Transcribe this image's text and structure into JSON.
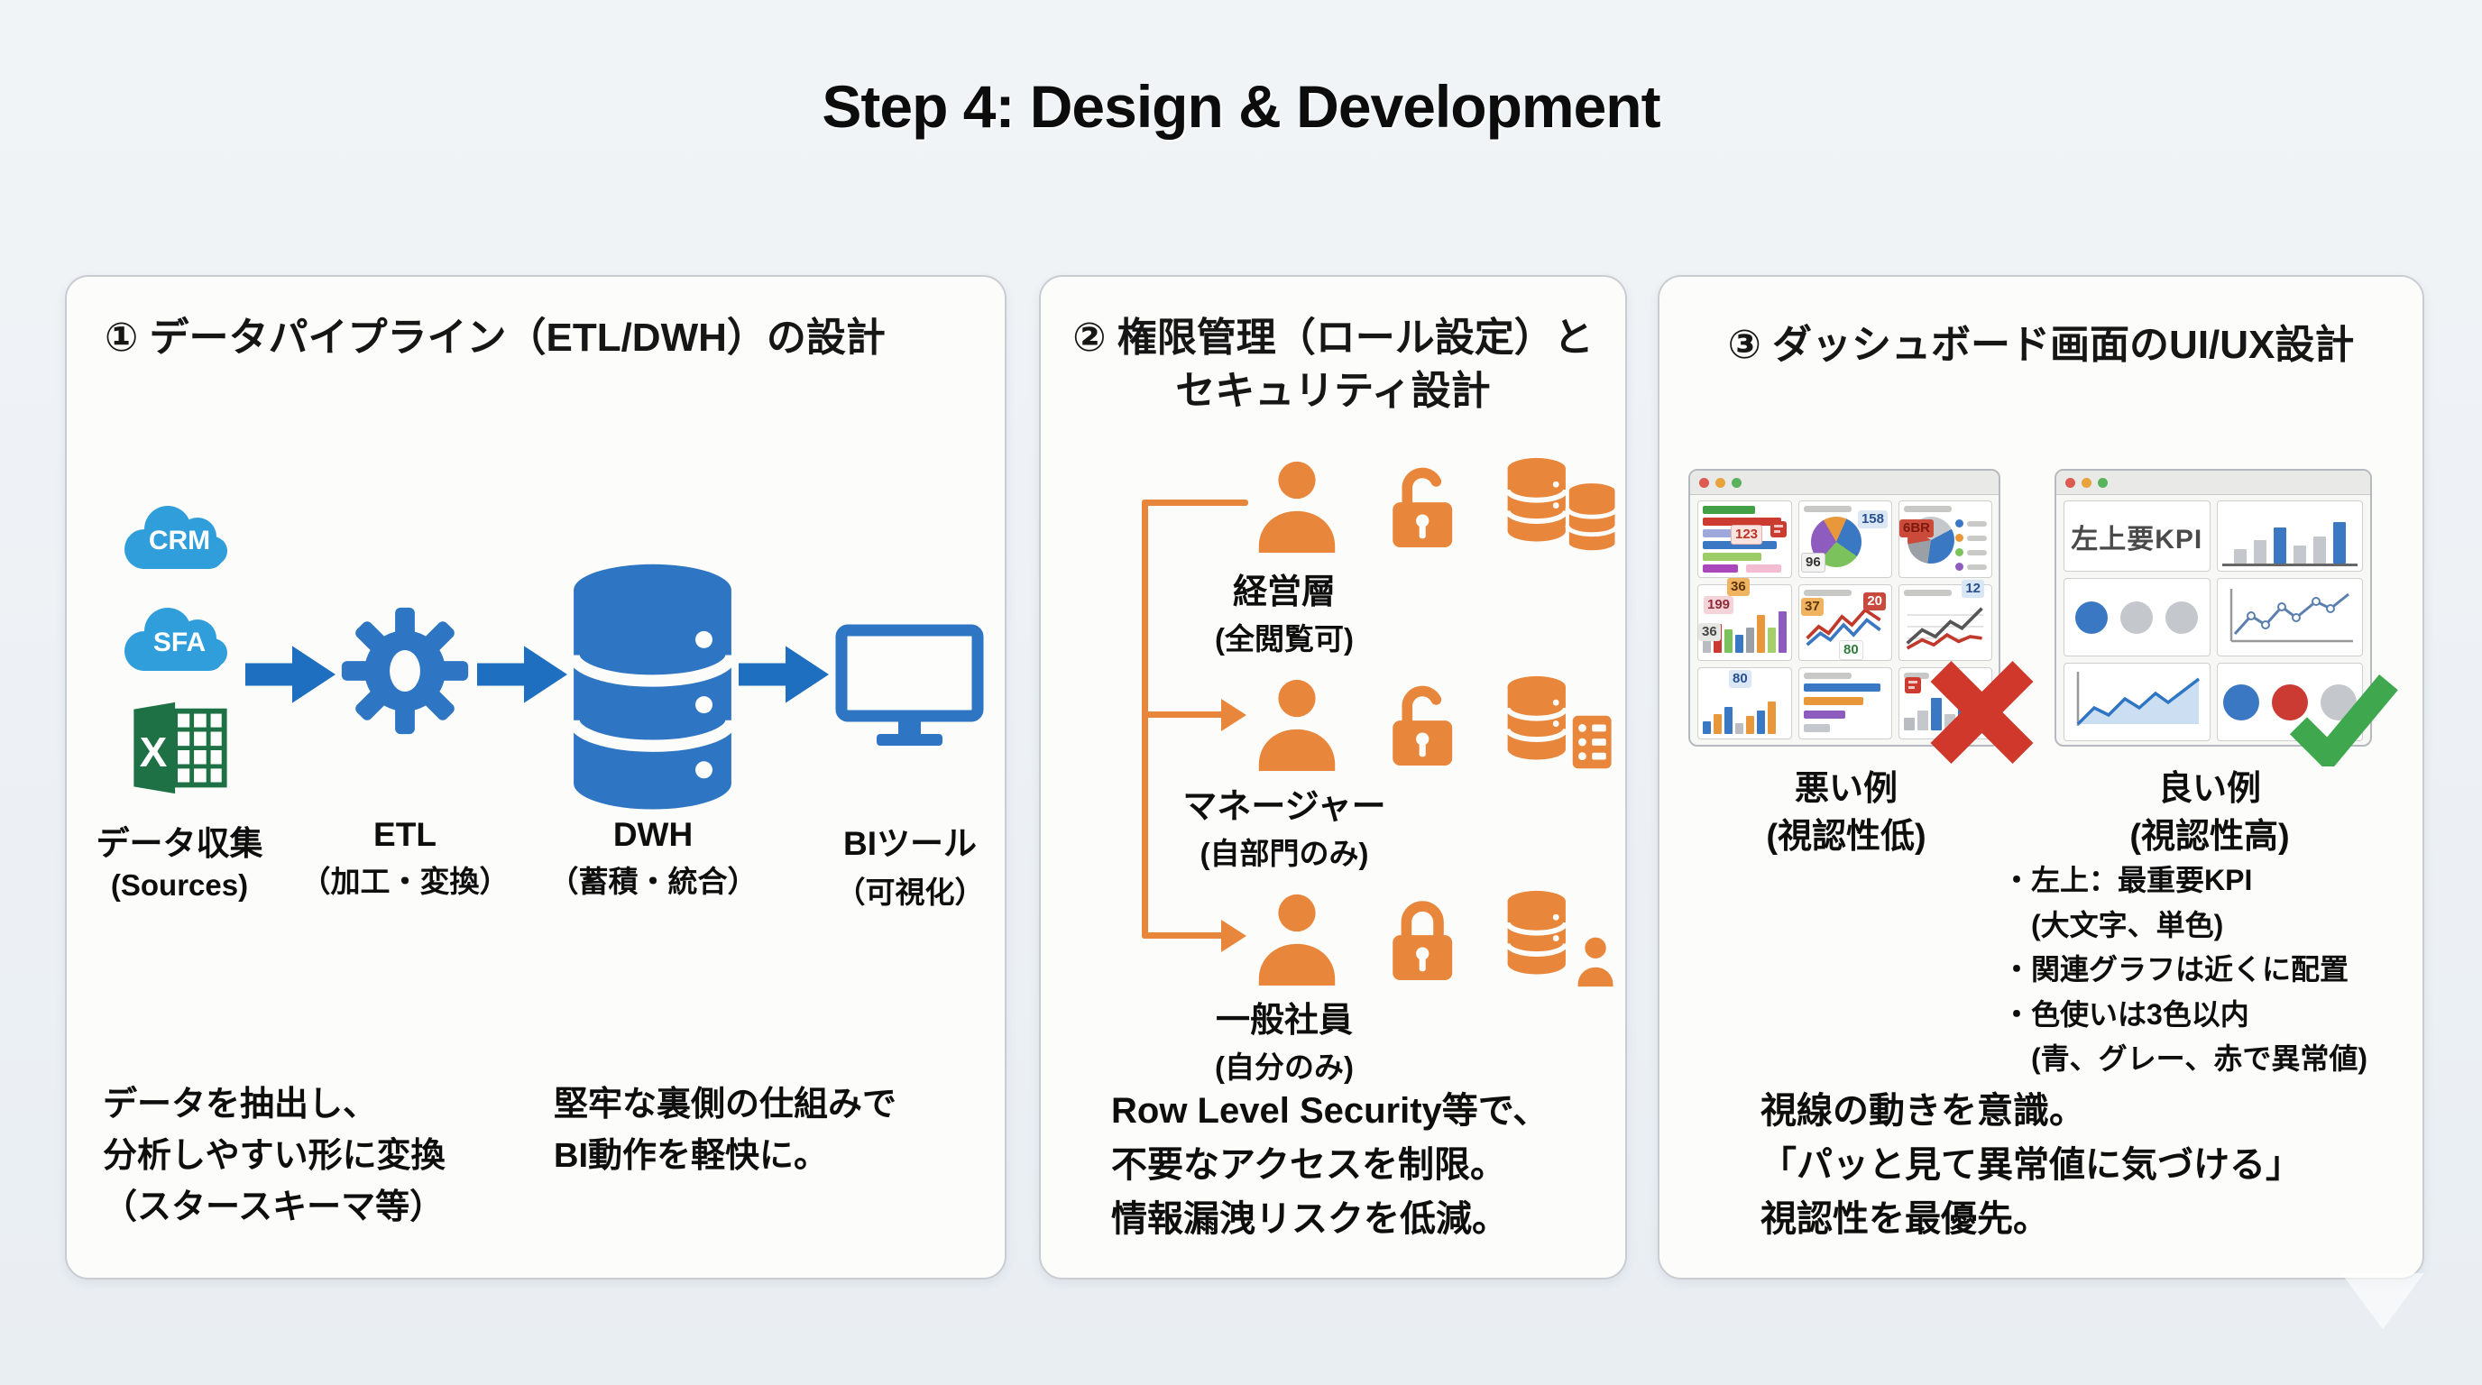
{
  "page": {
    "title": "Step 4: Design & Development"
  },
  "colors": {
    "pipeline_blue": "#2e75c3",
    "arrow_blue": "#1e6fc0",
    "source_cloud_blue": "#2f9edb",
    "excel_green": "#1e7145",
    "security_orange": "#e8873b",
    "error_red": "#cf382b",
    "success_green": "#3fa84e"
  },
  "panel1": {
    "title": "① データパイプライン（ETL/DWH）の設計",
    "sources": [
      {
        "label": "CRM"
      },
      {
        "label": "SFA"
      },
      {
        "label": "X"
      }
    ],
    "stages": [
      {
        "name": "データ収集",
        "sub": "(Sources)"
      },
      {
        "name": "ETL",
        "sub": "（加工・変換）"
      },
      {
        "name": "DWH",
        "sub": "（蓄積・統合）"
      },
      {
        "name": "BIツール",
        "sub": "（可視化）"
      }
    ],
    "note_left": "データを抽出し、\n分析しやすい形に変換\n（スタースキーマ等）",
    "note_right": "堅牢な裏側の仕組みで\nBI動作を軽快に。"
  },
  "panel2": {
    "title": "② 権限管理（ロール設定）と\nセキュリティ設計",
    "roles": [
      {
        "name": "経営層",
        "scope": "(全閲覧可)"
      },
      {
        "name": "マネージャー",
        "scope": "(自部門のみ)"
      },
      {
        "name": "一般社員",
        "scope": "(自分のみ)"
      }
    ],
    "note": "Row Level Security等で、\n不要なアクセスを制限。\n情報漏洩リスクを低減。"
  },
  "panel3": {
    "title": "③ ダッシュボード画面のUI/UX設計",
    "bad": {
      "label": "悪い例\n(視認性低)",
      "badges": {
        "bars": "123",
        "pie_a": "158",
        "pie_b": "96",
        "pie2": "6BR",
        "vbar_a": "36",
        "vbar_b": "199",
        "vbar_c": "36",
        "line_a": "37",
        "line_b": "20",
        "line_c": "80",
        "line2": "12",
        "vbar2": "80"
      }
    },
    "good": {
      "label": "良い例\n(視認性高)",
      "kpi_tile": "左上要KPI"
    },
    "bullets": "・左上：最重要KPI\n　(大文字、単色)\n・関連グラフは近くに配置\n・色使いは3色以内\n　(青、グレー、赤で異常値)",
    "note": "視線の動きを意識。\n「パッと見て異常値に気づける」\n視認性を最優先。"
  }
}
